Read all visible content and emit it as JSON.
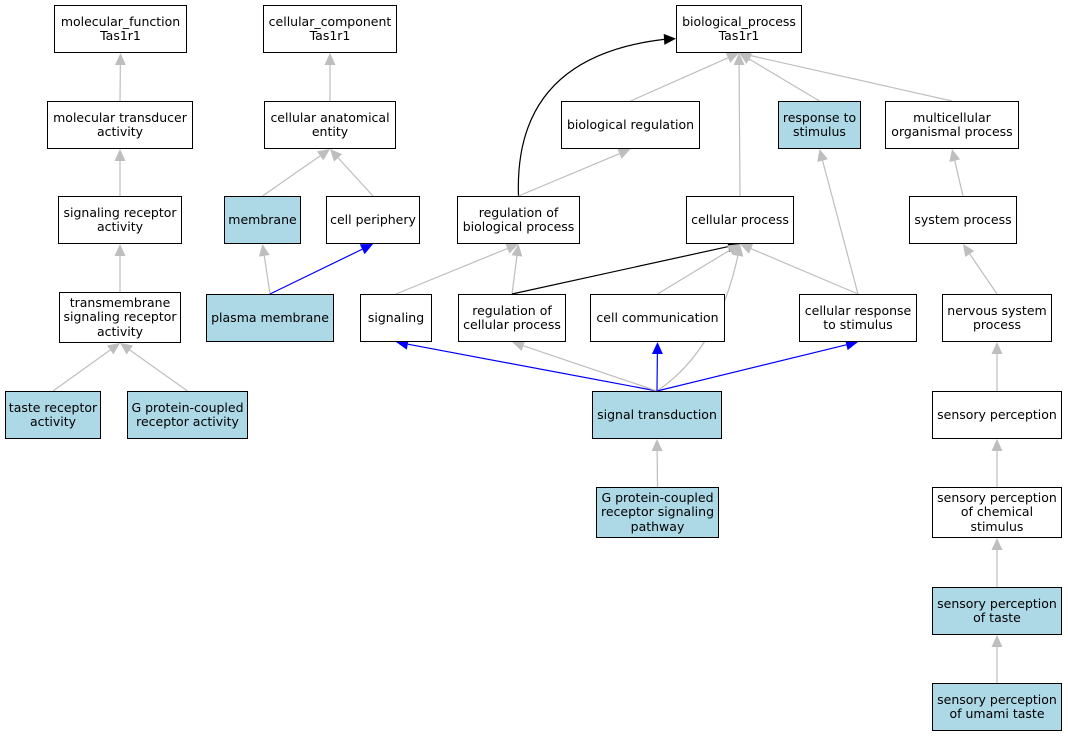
{
  "colors": {
    "highlight_fill": "#add8e6",
    "default_fill": "#ffffff",
    "edge_is_a": "#bebebe",
    "edge_part_of": "#0000ff",
    "edge_regulates": "#000000"
  },
  "nodes": {
    "mf_root": {
      "label": "molecular_function\nTas1r1",
      "highlighted": false
    },
    "molecular_transducer": {
      "label": "molecular transducer\nactivity",
      "highlighted": false
    },
    "signaling_receptor": {
      "label": "signaling receptor\nactivity",
      "highlighted": false
    },
    "transmembrane_receptor": {
      "label": "transmembrane\nsignaling receptor\nactivity",
      "highlighted": false
    },
    "taste_receptor": {
      "label": "taste receptor\nactivity",
      "highlighted": true
    },
    "gpcr_activity": {
      "label": "G protein-coupled\nreceptor activity",
      "highlighted": true
    },
    "cc_root": {
      "label": "cellular_component\nTas1r1",
      "highlighted": false
    },
    "cellular_anatomical": {
      "label": "cellular anatomical\nentity",
      "highlighted": false
    },
    "membrane": {
      "label": "membrane",
      "highlighted": true
    },
    "cell_periphery": {
      "label": "cell periphery",
      "highlighted": false
    },
    "plasma_membrane": {
      "label": "plasma membrane",
      "highlighted": true
    },
    "bp_root": {
      "label": "biological_process\nTas1r1",
      "highlighted": false
    },
    "biological_regulation": {
      "label": "biological regulation",
      "highlighted": false
    },
    "response_to_stimulus": {
      "label": "response to\nstimulus",
      "highlighted": true
    },
    "multicellular_process": {
      "label": "multicellular\norganismal process",
      "highlighted": false
    },
    "regulation_biological": {
      "label": "regulation of\nbiological process",
      "highlighted": false
    },
    "cellular_process": {
      "label": "cellular process",
      "highlighted": false
    },
    "system_process": {
      "label": "system process",
      "highlighted": false
    },
    "signaling": {
      "label": "signaling",
      "highlighted": false
    },
    "regulation_cellular": {
      "label": "regulation of\ncellular process",
      "highlighted": false
    },
    "cell_communication": {
      "label": "cell communication",
      "highlighted": false
    },
    "cellular_response": {
      "label": "cellular response\nto stimulus",
      "highlighted": false
    },
    "nervous_system": {
      "label": "nervous system\nprocess",
      "highlighted": false
    },
    "signal_transduction": {
      "label": "signal transduction",
      "highlighted": true
    },
    "sensory_perception": {
      "label": "sensory perception",
      "highlighted": false
    },
    "gpcr_pathway": {
      "label": "G protein-coupled\nreceptor signaling\npathway",
      "highlighted": true
    },
    "sensory_chemical": {
      "label": "sensory perception\nof chemical\nstimulus",
      "highlighted": false
    },
    "sensory_taste": {
      "label": "sensory perception\nof taste",
      "highlighted": true
    },
    "sensory_umami": {
      "label": "sensory perception\nof umami taste",
      "highlighted": true
    }
  },
  "edges": [
    {
      "from": "molecular_transducer",
      "to": "mf_root",
      "type": "is_a"
    },
    {
      "from": "signaling_receptor",
      "to": "molecular_transducer",
      "type": "is_a"
    },
    {
      "from": "transmembrane_receptor",
      "to": "signaling_receptor",
      "type": "is_a"
    },
    {
      "from": "taste_receptor",
      "to": "transmembrane_receptor",
      "type": "is_a"
    },
    {
      "from": "gpcr_activity",
      "to": "transmembrane_receptor",
      "type": "is_a"
    },
    {
      "from": "cellular_anatomical",
      "to": "cc_root",
      "type": "is_a"
    },
    {
      "from": "membrane",
      "to": "cellular_anatomical",
      "type": "is_a"
    },
    {
      "from": "cell_periphery",
      "to": "cellular_anatomical",
      "type": "is_a"
    },
    {
      "from": "plasma_membrane",
      "to": "membrane",
      "type": "is_a"
    },
    {
      "from": "plasma_membrane",
      "to": "cell_periphery",
      "type": "part_of"
    },
    {
      "from": "biological_regulation",
      "to": "bp_root",
      "type": "is_a"
    },
    {
      "from": "cellular_process",
      "to": "bp_root",
      "type": "is_a"
    },
    {
      "from": "response_to_stimulus",
      "to": "bp_root",
      "type": "is_a"
    },
    {
      "from": "multicellular_process",
      "to": "bp_root",
      "type": "is_a"
    },
    {
      "from": "regulation_biological",
      "to": "bp_root",
      "type": "regulates"
    },
    {
      "from": "regulation_biological",
      "to": "biological_regulation",
      "type": "is_a"
    },
    {
      "from": "system_process",
      "to": "multicellular_process",
      "type": "is_a"
    },
    {
      "from": "signaling",
      "to": "regulation_biological",
      "type": "is_a"
    },
    {
      "from": "regulation_cellular",
      "to": "regulation_biological",
      "type": "is_a"
    },
    {
      "from": "regulation_cellular",
      "to": "cellular_process",
      "type": "regulates"
    },
    {
      "from": "cell_communication",
      "to": "cellular_process",
      "type": "is_a"
    },
    {
      "from": "cellular_response",
      "to": "cellular_process",
      "type": "is_a"
    },
    {
      "from": "cellular_response",
      "to": "response_to_stimulus",
      "type": "is_a"
    },
    {
      "from": "nervous_system",
      "to": "system_process",
      "type": "is_a"
    },
    {
      "from": "signal_transduction",
      "to": "signaling",
      "type": "part_of"
    },
    {
      "from": "signal_transduction",
      "to": "regulation_cellular",
      "type": "is_a"
    },
    {
      "from": "signal_transduction",
      "to": "cell_communication",
      "type": "part_of"
    },
    {
      "from": "signal_transduction",
      "to": "cellular_process",
      "type": "is_a"
    },
    {
      "from": "signal_transduction",
      "to": "cellular_response",
      "type": "part_of"
    },
    {
      "from": "sensory_perception",
      "to": "nervous_system",
      "type": "is_a"
    },
    {
      "from": "gpcr_pathway",
      "to": "signal_transduction",
      "type": "is_a"
    },
    {
      "from": "sensory_chemical",
      "to": "sensory_perception",
      "type": "is_a"
    },
    {
      "from": "sensory_taste",
      "to": "sensory_chemical",
      "type": "is_a"
    },
    {
      "from": "sensory_umami",
      "to": "sensory_taste",
      "type": "is_a"
    }
  ]
}
